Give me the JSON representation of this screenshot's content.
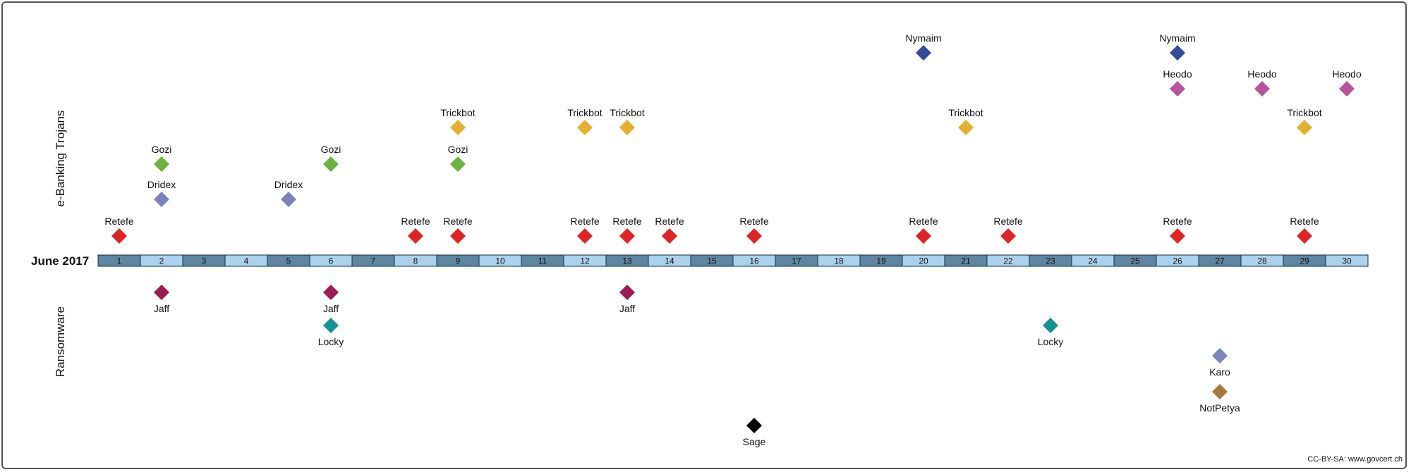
{
  "month_label": "June 2017",
  "credit": "CC-BY-SA: www.govcert.ch",
  "groups": {
    "trojans": "e-Banking Trojans",
    "ransomware": "Ransomware"
  },
  "colors": {
    "Retefe": "#e02426",
    "Dridex": "#7b82be",
    "Gozi": "#6cb33e",
    "Trickbot": "#e5b02d",
    "Nymaim": "#344b9b",
    "Heodo": "#b8549c",
    "Jaff": "#9c1b55",
    "Locky": "#129592",
    "Karo": "#7a88b8",
    "NotPetya": "#a97942",
    "Sage": "#000000",
    "cell_dark": "#5d86a3",
    "cell_light": "#a9d2ee"
  },
  "days": [
    "1",
    "2",
    "3",
    "4",
    "5",
    "6",
    "7",
    "8",
    "9",
    "10",
    "11",
    "12",
    "13",
    "14",
    "15",
    "16",
    "17",
    "18",
    "19",
    "20",
    "21",
    "22",
    "23",
    "24",
    "25",
    "26",
    "27",
    "28",
    "29",
    "30"
  ],
  "events": [
    {
      "name": "Retefe",
      "day": 1,
      "group": "trojans",
      "tier": 1
    },
    {
      "name": "Dridex",
      "day": 2,
      "group": "trojans",
      "tier": 2
    },
    {
      "name": "Gozi",
      "day": 2,
      "group": "trojans",
      "tier": 3
    },
    {
      "name": "Dridex",
      "day": 5,
      "group": "trojans",
      "tier": 2
    },
    {
      "name": "Gozi",
      "day": 6,
      "group": "trojans",
      "tier": 3
    },
    {
      "name": "Retefe",
      "day": 8,
      "group": "trojans",
      "tier": 1
    },
    {
      "name": "Retefe",
      "day": 9,
      "group": "trojans",
      "tier": 1
    },
    {
      "name": "Gozi",
      "day": 9,
      "group": "trojans",
      "tier": 3
    },
    {
      "name": "Trickbot",
      "day": 9,
      "group": "trojans",
      "tier": 4
    },
    {
      "name": "Retefe",
      "day": 12,
      "group": "trojans",
      "tier": 1
    },
    {
      "name": "Trickbot",
      "day": 12,
      "group": "trojans",
      "tier": 4
    },
    {
      "name": "Retefe",
      "day": 13,
      "group": "trojans",
      "tier": 1
    },
    {
      "name": "Trickbot",
      "day": 13,
      "group": "trojans",
      "tier": 4
    },
    {
      "name": "Retefe",
      "day": 14,
      "group": "trojans",
      "tier": 1
    },
    {
      "name": "Retefe",
      "day": 16,
      "group": "trojans",
      "tier": 1
    },
    {
      "name": "Retefe",
      "day": 20,
      "group": "trojans",
      "tier": 1
    },
    {
      "name": "Nymaim",
      "day": 20,
      "group": "trojans",
      "tier": 6
    },
    {
      "name": "Trickbot",
      "day": 21,
      "group": "trojans",
      "tier": 4
    },
    {
      "name": "Retefe",
      "day": 22,
      "group": "trojans",
      "tier": 1
    },
    {
      "name": "Retefe",
      "day": 26,
      "group": "trojans",
      "tier": 1
    },
    {
      "name": "Heodo",
      "day": 26,
      "group": "trojans",
      "tier": 5
    },
    {
      "name": "Nymaim",
      "day": 26,
      "group": "trojans",
      "tier": 6
    },
    {
      "name": "Heodo",
      "day": 28,
      "group": "trojans",
      "tier": 5
    },
    {
      "name": "Retefe",
      "day": 29,
      "group": "trojans",
      "tier": 1
    },
    {
      "name": "Trickbot",
      "day": 29,
      "group": "trojans",
      "tier": 4
    },
    {
      "name": "Heodo",
      "day": 30,
      "group": "trojans",
      "tier": 5
    },
    {
      "name": "Jaff",
      "day": 2,
      "group": "ransomware",
      "tier": 1
    },
    {
      "name": "Jaff",
      "day": 6,
      "group": "ransomware",
      "tier": 1
    },
    {
      "name": "Locky",
      "day": 6,
      "group": "ransomware",
      "tier": 2
    },
    {
      "name": "Jaff",
      "day": 13,
      "group": "ransomware",
      "tier": 1
    },
    {
      "name": "Locky",
      "day": 23,
      "group": "ransomware",
      "tier": 2
    },
    {
      "name": "Karo",
      "day": 27,
      "group": "ransomware",
      "tier": 3
    },
    {
      "name": "NotPetya",
      "day": 27,
      "group": "ransomware",
      "tier": 4
    },
    {
      "name": "Sage",
      "day": 16,
      "group": "ransomware",
      "tier": 5
    }
  ]
}
